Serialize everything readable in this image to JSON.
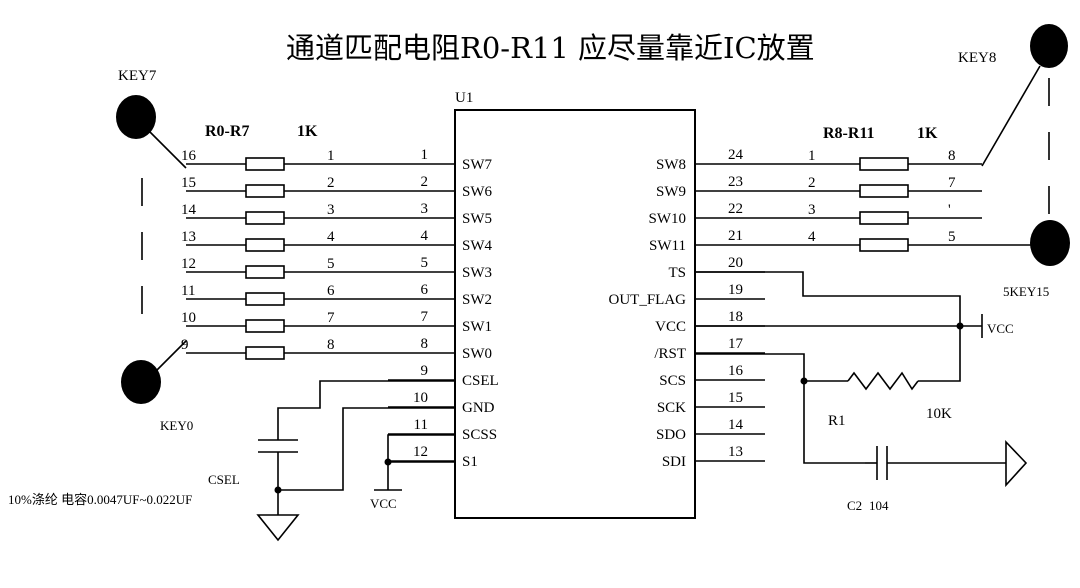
{
  "title": "通道匹配电阻R0-R11 应尽量靠近IC放置",
  "chip": {
    "name": "U1",
    "left_pins": [
      {
        "num": "1",
        "name": "SW7"
      },
      {
        "num": "2",
        "name": "SW6"
      },
      {
        "num": "3",
        "name": "SW5"
      },
      {
        "num": "4",
        "name": "SW4"
      },
      {
        "num": "5",
        "name": "SW3"
      },
      {
        "num": "6",
        "name": "SW2"
      },
      {
        "num": "7",
        "name": "SW1"
      },
      {
        "num": "8",
        "name": "SW0"
      },
      {
        "num": "9",
        "name": "CSEL"
      },
      {
        "num": "10",
        "name": "GND"
      },
      {
        "num": "11",
        "name": "SCSS"
      },
      {
        "num": "12",
        "name": "S1"
      }
    ],
    "right_pins": [
      {
        "num": "24",
        "name": "SW8"
      },
      {
        "num": "23",
        "name": "SW9"
      },
      {
        "num": "22",
        "name": "SW10"
      },
      {
        "num": "21",
        "name": "SW11"
      },
      {
        "num": "20",
        "name": "TS"
      },
      {
        "num": "19",
        "name": "OUT_FLAG"
      },
      {
        "num": "18",
        "name": "VCC"
      },
      {
        "num": "17",
        "name": "/RST"
      },
      {
        "num": "16",
        "name": "SCS"
      },
      {
        "num": "15",
        "name": "SCK"
      },
      {
        "num": "14",
        "name": "SDO"
      },
      {
        "num": "13",
        "name": "SDI"
      }
    ]
  },
  "left_array": {
    "label": "R0-R7",
    "value": "1K",
    "outer_pins": [
      "16",
      "15",
      "14",
      "13",
      "12",
      "11",
      "10",
      "9"
    ],
    "inner_pins": [
      "1",
      "2",
      "3",
      "4",
      "5",
      "6",
      "7",
      "8"
    ]
  },
  "right_array": {
    "label": "R8-R11",
    "value": "1K",
    "inner_pins": [
      "1",
      "2",
      "3",
      "4"
    ],
    "outer_pins": [
      "8",
      "7",
      "'",
      "5"
    ]
  },
  "keys": {
    "key7": "KEY7",
    "key8": "KEY8",
    "key0": "KEY0",
    "key15": "5KEY15"
  },
  "components": {
    "r1_label": "R1",
    "r1_value": "10K",
    "c2_label": "C2",
    "c2_value": "104",
    "csel_label": "CSEL",
    "csel_desc": "10%涤纶 电容0.0047UF~0.022UF",
    "vcc_right": "VCC",
    "vcc_bottom": "VCC"
  }
}
